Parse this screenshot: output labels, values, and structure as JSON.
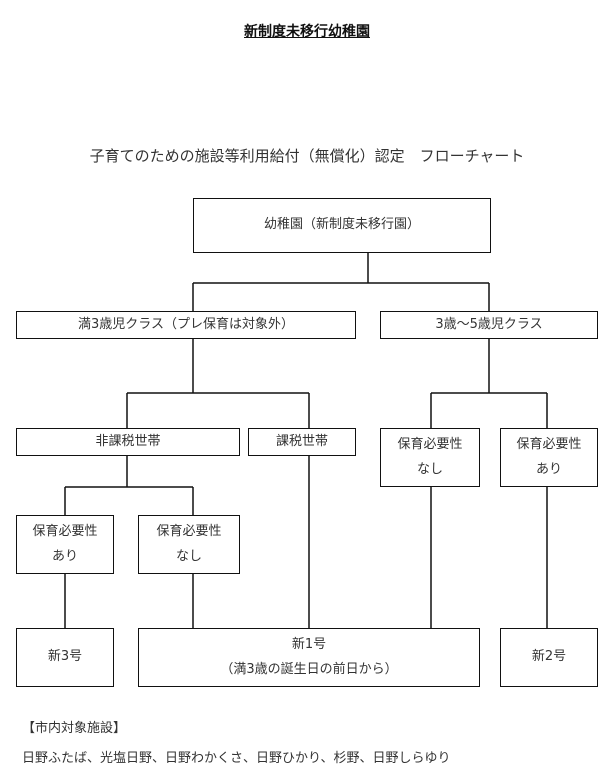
{
  "heading": "新制度未移行幼稚園",
  "subtitle": "子育てのための施設等利用給付（無償化）認定　フローチャート",
  "nodes": {
    "root": "幼稚園（新制度未移行園）",
    "age3": "満3歳児クラス（プレ保育は対象外）",
    "age35": "3歳～5歳児クラス",
    "non_taxed": "非課税世帯",
    "taxed": "課税世帯",
    "nec_none_a": {
      "line1": "保育必要性",
      "line2": "なし"
    },
    "nec_yes_a": {
      "line1": "保育必要性",
      "line2": "あり"
    },
    "nec_yes_b": {
      "line1": "保育必要性",
      "line2": "あり"
    },
    "nec_none_b": {
      "line1": "保育必要性",
      "line2": "なし"
    },
    "new3": "新3号",
    "new1": {
      "line1": "新1号",
      "line2": "（満3歳の誕生日の前日から）"
    },
    "new2": "新2号"
  },
  "footer": {
    "section_label": "【市内対象施設】",
    "facilities": "日野ふたば、光塩日野、日野わかくさ、日野ひかり、杉野、日野しらゆり"
  }
}
